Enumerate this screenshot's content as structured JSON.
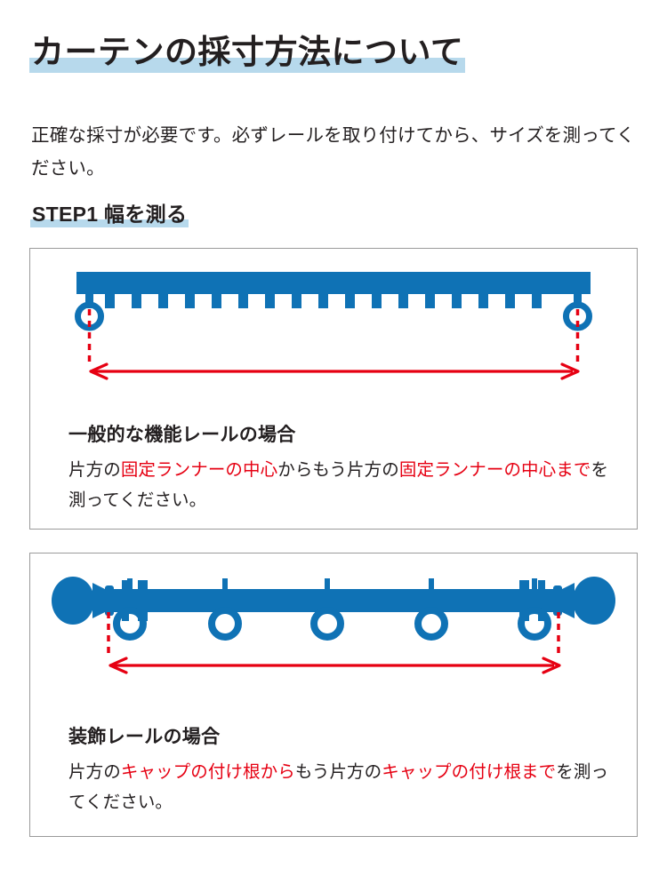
{
  "document": {
    "title": "カーテンの採寸方法について",
    "intro": "正確な採寸が必要です。必ずレールを取り付けてから、サイズを測ってください。",
    "step_heading": "STEP1 幅を測る"
  },
  "colors": {
    "rail_blue": "#0f72b5",
    "accent_red": "#e60012",
    "highlight_blue": "#b7d9ec",
    "text_black": "#231f20",
    "box_border": "#9a9a9a"
  },
  "figures": [
    {
      "id": "functional-rail",
      "diagram_name": "functional-curtain-rail-diagram",
      "measure_arrow": "double-headed-red-arrow",
      "caption": {
        "heading": "一般的な機能レールの場合",
        "segments": [
          {
            "text": "片方の",
            "color": "black"
          },
          {
            "text": "固定ランナーの中心",
            "color": "red"
          },
          {
            "text": "からもう片方の",
            "color": "black"
          },
          {
            "text": "固定ランナーの中心まで",
            "color": "red"
          },
          {
            "text": "を測ってください。",
            "color": "black"
          }
        ]
      }
    },
    {
      "id": "decorative-rail",
      "diagram_name": "decorative-curtain-rail-diagram",
      "measure_arrow": "double-headed-red-arrow",
      "caption": {
        "heading": "装飾レールの場合",
        "segments": [
          {
            "text": "片方の",
            "color": "black"
          },
          {
            "text": "キャップの付け根から",
            "color": "red"
          },
          {
            "text": "もう片方の",
            "color": "black"
          },
          {
            "text": "キャップの付け根まで",
            "color": "red"
          },
          {
            "text": "を測ってください。",
            "color": "black"
          }
        ]
      }
    }
  ]
}
